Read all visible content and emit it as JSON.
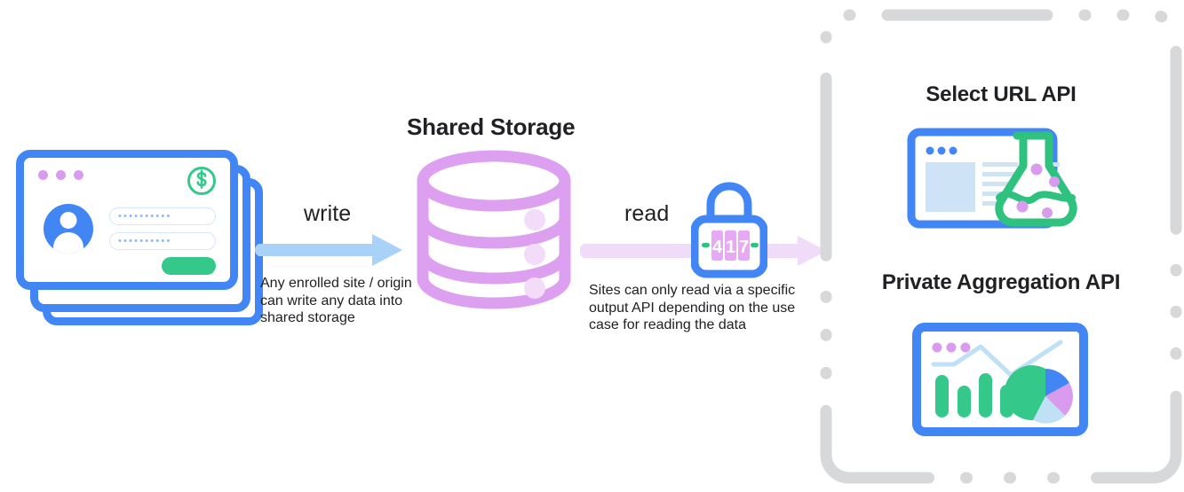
{
  "diagram": {
    "title": "Shared Storage write and read flow",
    "colors": {
      "blue": "#4285F4",
      "light_blue_arrow": "#A8D2F7",
      "purple_cylinder": "#DDA0F0",
      "lavender_arrow": "#F0DCF8",
      "green": "#34C98A",
      "dot_purple": "#D99BEE",
      "panel_dash_gray": "#D7D8DA",
      "text_dark": "#202124"
    },
    "left": {
      "name": "browser-window-stack",
      "card_dots": [
        "dot",
        "dot",
        "dot"
      ],
      "badge_icon": "dollar-sign-icon",
      "avatar_icon": "user-avatar-icon",
      "username_value": "••••••••••",
      "password_value": "••••••••••",
      "submit_button_label": ""
    },
    "write_flow": {
      "label": "write",
      "arrow_icon": "arrow-right-icon",
      "caption": "Any enrolled site / origin can write any data into shared storage"
    },
    "storage": {
      "title": "Shared Storage",
      "icon": "database-cylinder-icon",
      "band_count": 3
    },
    "read_flow": {
      "label": "read",
      "arrow_icon": "arrow-right-icon",
      "lock_icon": "combination-lock-icon",
      "lock_combination": "417",
      "caption": "Sites can only read via a specific output API depending on the use case for reading the data"
    },
    "output_panel": {
      "name": "output-apis-panel",
      "apis": [
        {
          "title": "Select URL API",
          "icon": "browser-flask-icon"
        },
        {
          "title": "Private Aggregation API",
          "icon": "analytics-chart-icon"
        }
      ]
    }
  }
}
